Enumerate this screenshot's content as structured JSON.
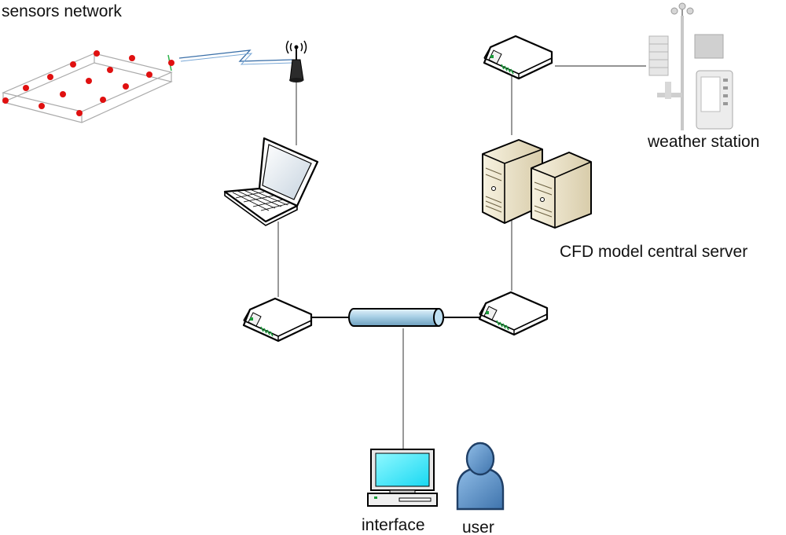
{
  "labels": {
    "sensors_network": "sensors network",
    "weather_station": "weather station",
    "cfd_server": "CFD model central server",
    "interface": "interface",
    "user": "user"
  },
  "icons": {
    "sensor_grid": "sensor-grid-icon",
    "antenna": "antenna-icon",
    "laptop": "laptop-icon",
    "router": "router-icon",
    "backbone": "network-backbone-icon",
    "servers": "server-tower-icon",
    "weather": "weather-station-icon",
    "desktop": "desktop-computer-icon",
    "user": "user-icon"
  },
  "colors": {
    "sensor_dot": "#e01010",
    "backbone": "#9cc6de",
    "screen": "#33eaff",
    "user": "#5f95cc",
    "server": "#e9e1c6"
  }
}
